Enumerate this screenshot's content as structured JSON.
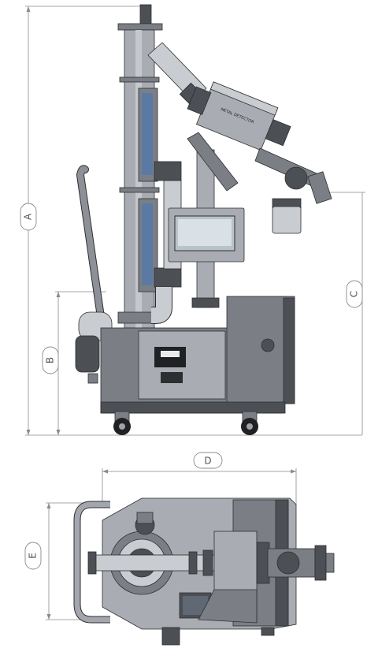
{
  "dimensions": {
    "a": "A",
    "b": "B",
    "c": "C",
    "d": "D",
    "e": "E"
  },
  "machine": {
    "detector_label": "METAL DETECTOR"
  },
  "colors": {
    "dimension_line": "#8a8a8a",
    "frame_dark": "#4c4f54",
    "frame_mid": "#7b7f85",
    "frame_light": "#a9adb3"
  }
}
